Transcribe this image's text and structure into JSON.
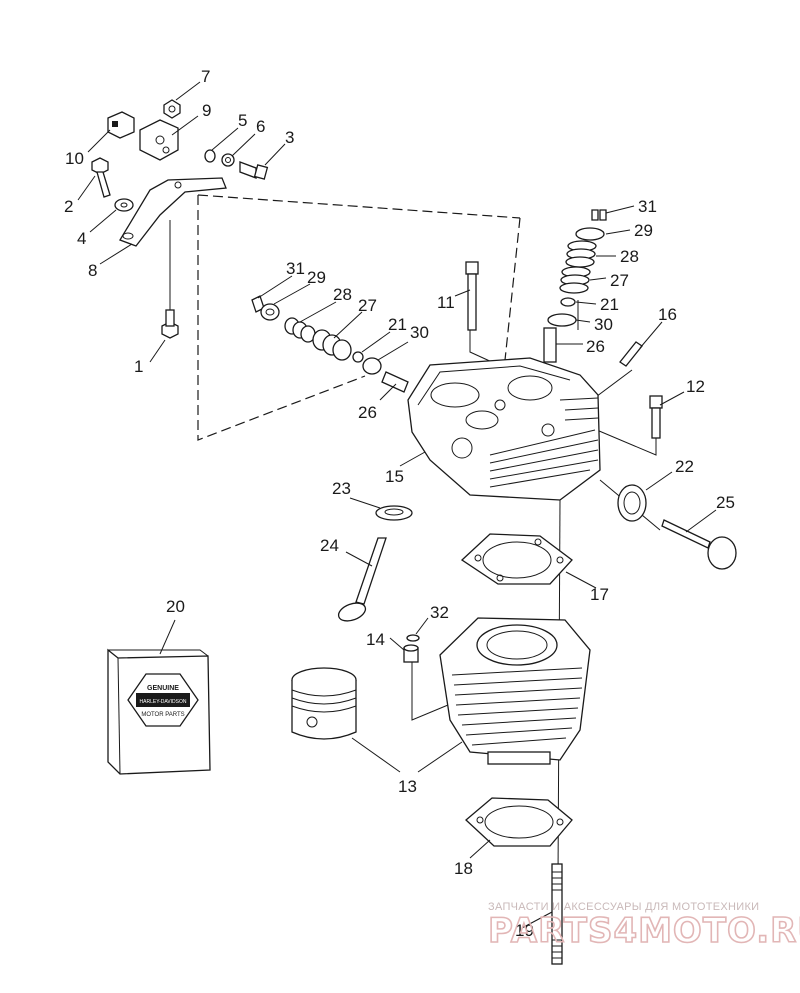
{
  "callouts": [
    {
      "id": "c7",
      "text": "7"
    },
    {
      "id": "c9",
      "text": "9"
    },
    {
      "id": "c5",
      "text": "5"
    },
    {
      "id": "c6",
      "text": "6"
    },
    {
      "id": "c3",
      "text": "3"
    },
    {
      "id": "c10",
      "text": "10"
    },
    {
      "id": "c2",
      "text": "2"
    },
    {
      "id": "c4",
      "text": "4"
    },
    {
      "id": "c8",
      "text": "8"
    },
    {
      "id": "c1",
      "text": "1"
    },
    {
      "id": "c31a",
      "text": "31"
    },
    {
      "id": "c29a",
      "text": "29"
    },
    {
      "id": "c28a",
      "text": "28"
    },
    {
      "id": "c27a",
      "text": "27"
    },
    {
      "id": "c21a",
      "text": "21"
    },
    {
      "id": "c30a",
      "text": "30"
    },
    {
      "id": "c26a",
      "text": "26"
    },
    {
      "id": "c11",
      "text": "11"
    },
    {
      "id": "c31b",
      "text": "31"
    },
    {
      "id": "c29b",
      "text": "29"
    },
    {
      "id": "c28b",
      "text": "28"
    },
    {
      "id": "c27b",
      "text": "27"
    },
    {
      "id": "c21b",
      "text": "21"
    },
    {
      "id": "c30b",
      "text": "30"
    },
    {
      "id": "c26b",
      "text": "26"
    },
    {
      "id": "c16",
      "text": "16"
    },
    {
      "id": "c12",
      "text": "12"
    },
    {
      "id": "c15",
      "text": "15"
    },
    {
      "id": "c22",
      "text": "22"
    },
    {
      "id": "c23",
      "text": "23"
    },
    {
      "id": "c25",
      "text": "25"
    },
    {
      "id": "c24",
      "text": "24"
    },
    {
      "id": "c17",
      "text": "17"
    },
    {
      "id": "c20",
      "text": "20"
    },
    {
      "id": "c32",
      "text": "32"
    },
    {
      "id": "c14",
      "text": "14"
    },
    {
      "id": "c13",
      "text": "13"
    },
    {
      "id": "c18",
      "text": "18"
    },
    {
      "id": "c19",
      "text": "19"
    }
  ],
  "kit_box": {
    "badge_top": "GENUINE",
    "badge_middle": "HARLEY-DAVIDSON",
    "badge_bottom": "MOTOR PARTS"
  },
  "watermark": {
    "tagline": "ЗАПЧАСТИ И АКСЕССУАРЫ ДЛЯ МОТОТЕХНИКИ",
    "brand": "PARTS4MOTO.RU"
  },
  "colors": {
    "line": "#1a1a1a",
    "watermark": "#e2b6b6"
  }
}
